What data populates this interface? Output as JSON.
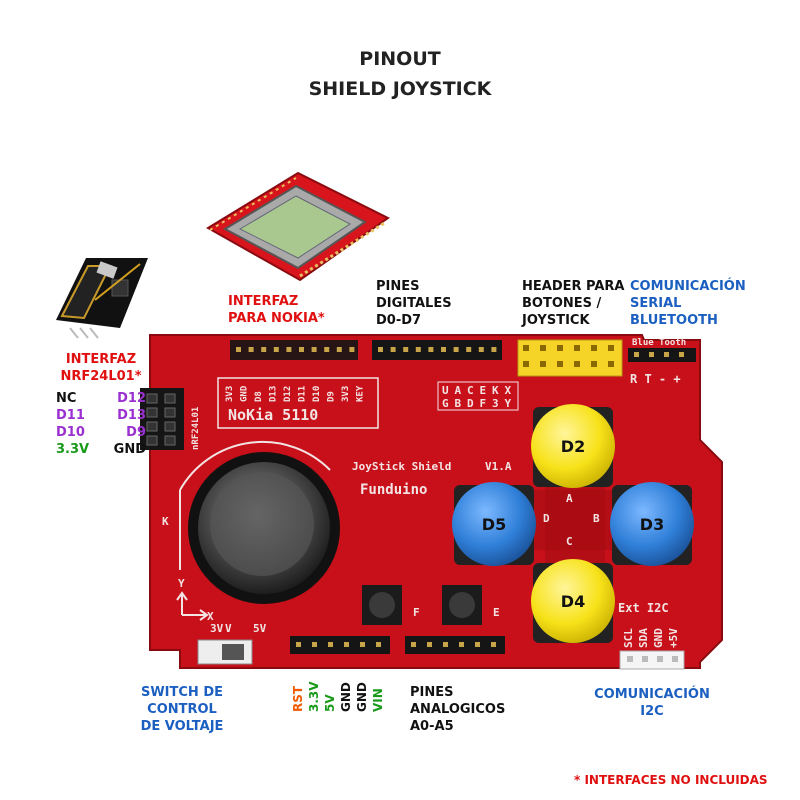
{
  "title": {
    "line1": "PINOUT",
    "line2": "SHIELD JOYSTICK"
  },
  "labels": {
    "nokia": [
      "INTERFAZ",
      "PARA NOKIA*"
    ],
    "pines_digitales": [
      "PINES",
      "DIGITALES",
      "D0-D7"
    ],
    "header_botones": [
      "HEADER PARA",
      "BOTONES /",
      "JOYSTICK"
    ],
    "bluetooth": [
      "COMUNICACIÓN",
      "SERIAL",
      "BLUETOOTH"
    ],
    "nrf": [
      "INTERFAZ",
      "NRF24L01*"
    ],
    "switch": [
      "SWITCH DE CONTROL",
      "DE VOLTAJE"
    ],
    "analog": [
      "PINES",
      "ANALOGICOS",
      "A0-A5"
    ],
    "i2c": [
      "COMUNICACIÓN",
      "I2C"
    ],
    "footnote": "* INTERFACES NO INCLUIDAS"
  },
  "nrf_pins": [
    {
      "left": "NC",
      "right": "D12",
      "left_color": "#111111",
      "right_color": "#9b30d0"
    },
    {
      "left": "D11",
      "right": "D13",
      "left_color": "#9b30d0",
      "right_color": "#9b30d0"
    },
    {
      "left": "D10",
      "right": "D9",
      "left_color": "#9b30d0",
      "right_color": "#9b30d0"
    },
    {
      "left": "3.3V",
      "right": "GND",
      "left_color": "#1a9a1a",
      "right_color": "#111111"
    }
  ],
  "power_pins": [
    {
      "label": "RST",
      "color": "#f05a00"
    },
    {
      "label": "3.3V",
      "color": "#1a9a1a"
    },
    {
      "label": "5V",
      "color": "#1a9a1a"
    },
    {
      "label": "GND",
      "color": "#111111"
    },
    {
      "label": "GND",
      "color": "#111111"
    },
    {
      "label": "VIN",
      "color": "#1a9a1a"
    }
  ],
  "buttons": {
    "d2": "D2",
    "d3": "D3",
    "d4": "D4",
    "d5": "D5"
  },
  "board": {
    "nokia_silk": "NoKia 5110",
    "nokia_pins": [
      "3V3",
      "GND",
      "D8",
      "D13",
      "D12",
      "D11",
      "D10",
      "D9",
      "3V3",
      "KEY"
    ],
    "joystick_shield": "JoyStick Shield",
    "version": "V1.A",
    "brand": "Funduino",
    "bluetooth_header": "Blue Tooth",
    "rt": "R T - +",
    "ext_i2c": "Ext I2C",
    "i2c_pins": [
      "SCL",
      "SDA",
      "GND",
      "+5V"
    ],
    "nrf_silk": "nRF24L01",
    "v3": "3V",
    "v": "V",
    "v5": "5V",
    "axis_y": "Y",
    "axis_x": "X",
    "k": "K",
    "btn_a": "A",
    "btn_b": "B",
    "btn_c": "C",
    "btn_d": "D",
    "btn_e": "E",
    "btn_f": "F",
    "hdr_top": [
      "U",
      "A",
      "C",
      "E",
      "K",
      "X"
    ],
    "hdr_bot": [
      "G",
      "B",
      "D",
      "F",
      "3",
      "Y"
    ]
  },
  "colors": {
    "board": "#c8101a",
    "yellow_button": "#f7e21a",
    "blue_button": "#2f7fd8",
    "header_yellow": "#f5d327"
  }
}
